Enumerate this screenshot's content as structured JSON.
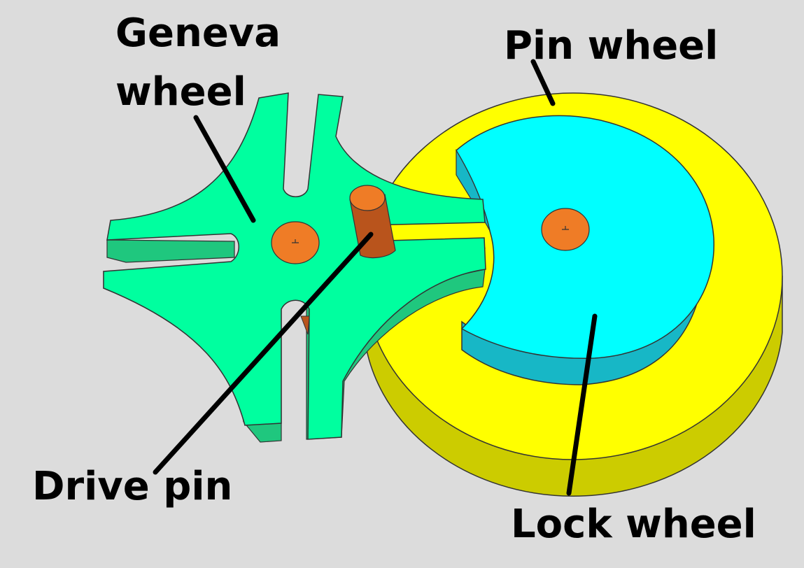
{
  "labels": {
    "geneva_line1": "Geneva",
    "geneva_line2": "wheel",
    "pin_wheel": "Pin wheel",
    "drive_pin": "Drive pin",
    "lock_wheel": "Lock wheel"
  },
  "colors": {
    "background": "#dcdcdc",
    "geneva_top": "#00ff9f",
    "geneva_side": "#1fc77e",
    "pin_wheel_top": "#ffff00",
    "pin_wheel_side": "#cccc00",
    "lock_wheel_top": "#00ffff",
    "lock_wheel_side": "#17b7c6",
    "hub": "#ef7c26",
    "drive_pin": "#b9541c",
    "leader_line": "#000000"
  }
}
